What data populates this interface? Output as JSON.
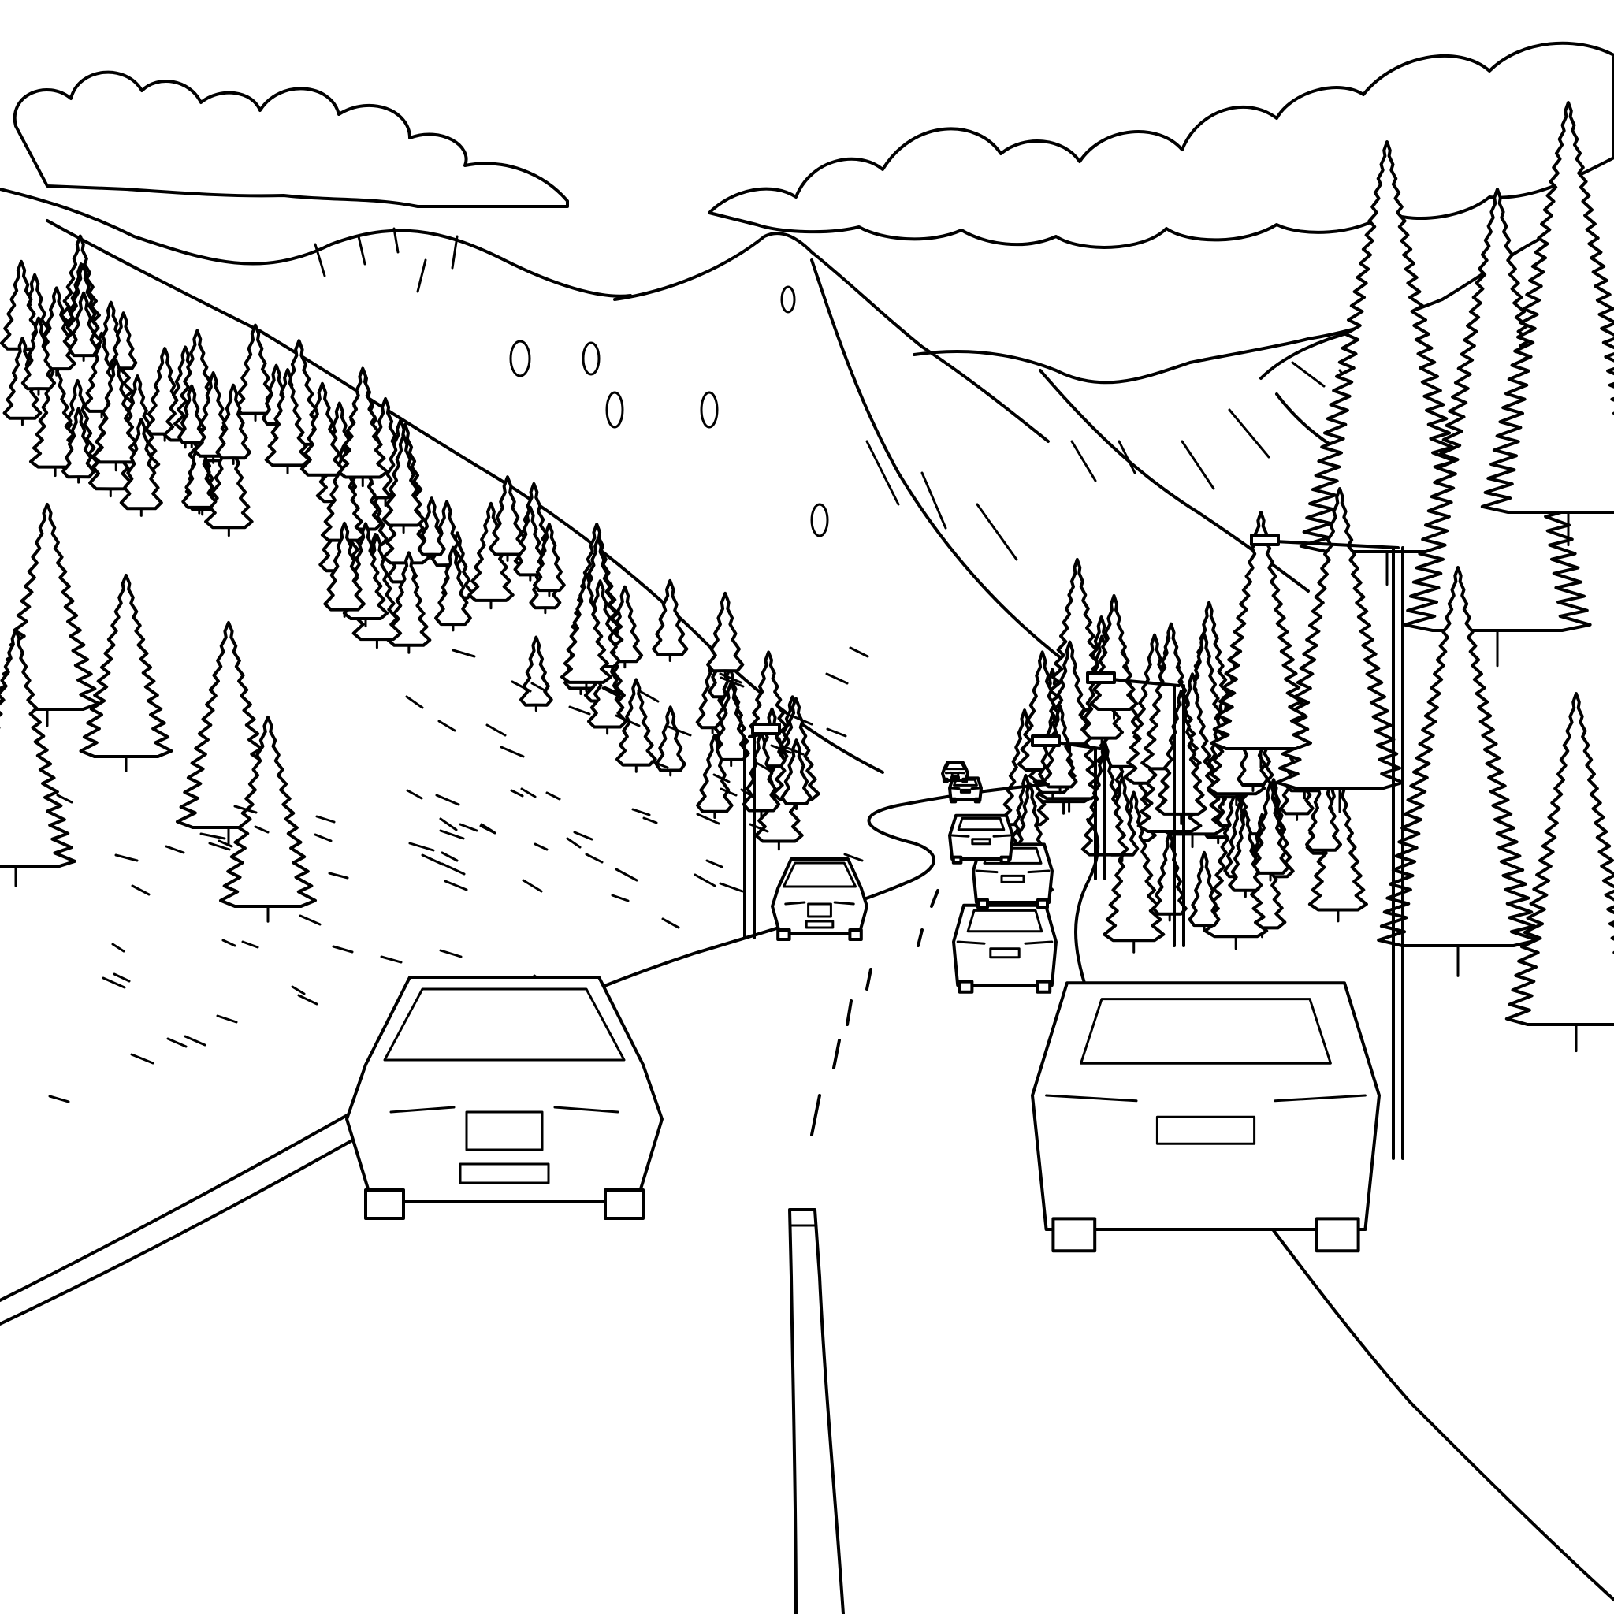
{
  "artwork": {
    "style": "line-art coloring page",
    "ink_color": "#000000",
    "paper_color": "#ffffff"
  },
  "scene": {
    "subject": "mountain-valley-road",
    "car_count": 8,
    "streetlight_count": 4
  }
}
